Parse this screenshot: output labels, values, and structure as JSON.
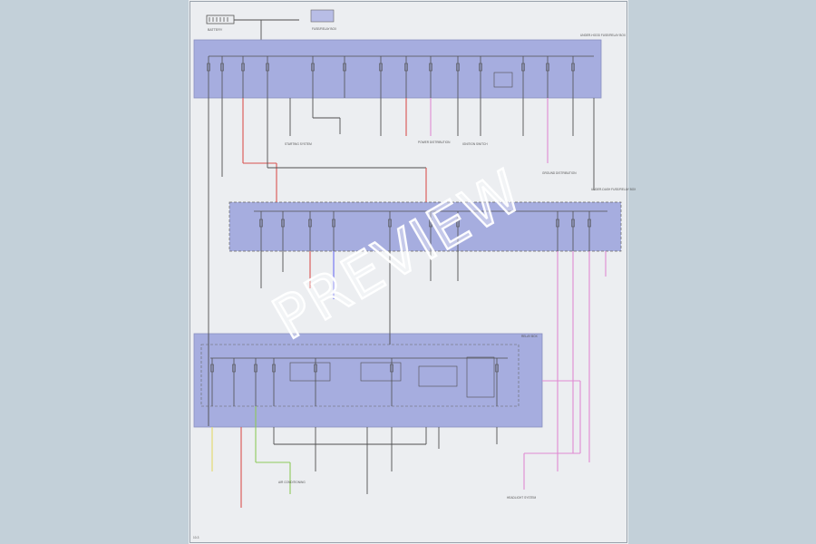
{
  "watermark": "PREVIEW",
  "colors": {
    "background": "#c3d0d9",
    "paper": "#eceef1",
    "block_fill": "#a6addf",
    "wire_black": "#4f4f4f",
    "wire_red": "#d9534f",
    "wire_pink": "#e08ad2",
    "wire_green": "#8ec95a",
    "wire_yellow": "#e3d96a",
    "wire_blue": "#6d6ff2"
  },
  "blocks": {
    "top_fuse_box": {
      "name": "UNDER-HOOD FUSE/RELAY BOX"
    },
    "middle_fuse_box": {
      "name": "UNDER-DASH FUSE/RELAY BOX"
    },
    "bottom_relay_box": {
      "name": "RELAY BOX"
    }
  },
  "labels": {
    "battery": "BATTERY",
    "top_right_box": "FUSE/RELAY BOX",
    "page_number": "10-3",
    "note_a": "STARTING SYSTEM",
    "note_b": "POWER DISTRIBUTION",
    "note_c": "IGNITION SWITCH",
    "note_d": "GROUND DISTRIBUTION",
    "note_e": "HEADLIGHT SYSTEM",
    "note_f": "AIR CONDITIONING"
  }
}
